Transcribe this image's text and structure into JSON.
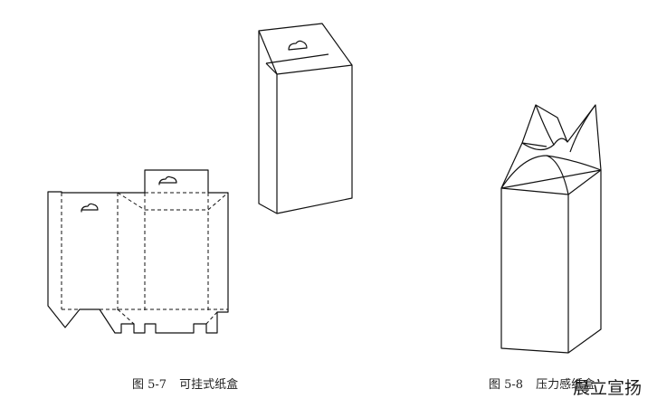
{
  "figure1": {
    "number": "图 5-7",
    "title": "可挂式纸盒"
  },
  "figure2": {
    "number": "图 5-8",
    "title": "压力感纸盒"
  },
  "watermark": "晨立宣扬"
}
